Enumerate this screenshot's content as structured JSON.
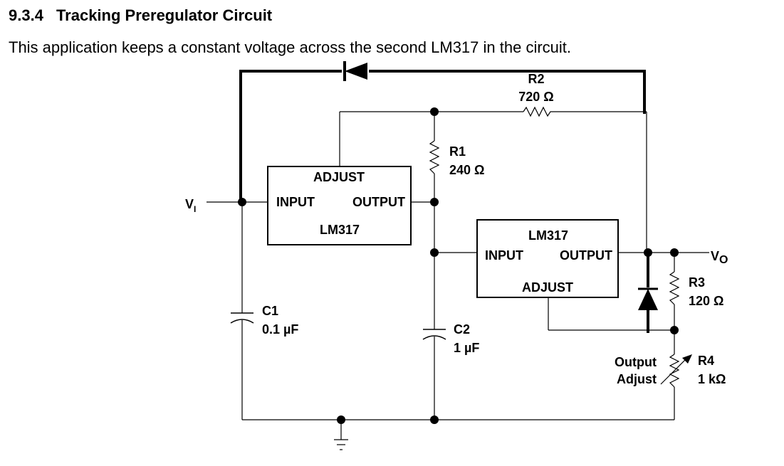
{
  "section": {
    "number": "9.3.4",
    "title": "Tracking Preregulator Circuit",
    "description": "This application keeps a constant voltage across the second LM317 in the circuit."
  },
  "regulator1": {
    "adjust": "ADJUST",
    "input": "INPUT",
    "output": "OUTPUT",
    "part": "LM317"
  },
  "regulator2": {
    "part": "LM317",
    "input": "INPUT",
    "output": "OUTPUT",
    "adjust": "ADJUST"
  },
  "terminals": {
    "vin_main": "V",
    "vin_sub": "I",
    "vout_main": "V",
    "vout_sub": "O"
  },
  "components": {
    "r1": {
      "name": "R1",
      "value": "240 Ω"
    },
    "r2": {
      "name": "R2",
      "value": "720 Ω"
    },
    "r3": {
      "name": "R3",
      "value": "120 Ω"
    },
    "r4": {
      "name": "R4",
      "value": "1 kΩ"
    },
    "c1": {
      "name": "C1",
      "value": "0.1 µF"
    },
    "c2": {
      "name": "C2",
      "value": "1 µF"
    }
  },
  "adjust_label": {
    "line1": "Output",
    "line2": "Adjust"
  }
}
